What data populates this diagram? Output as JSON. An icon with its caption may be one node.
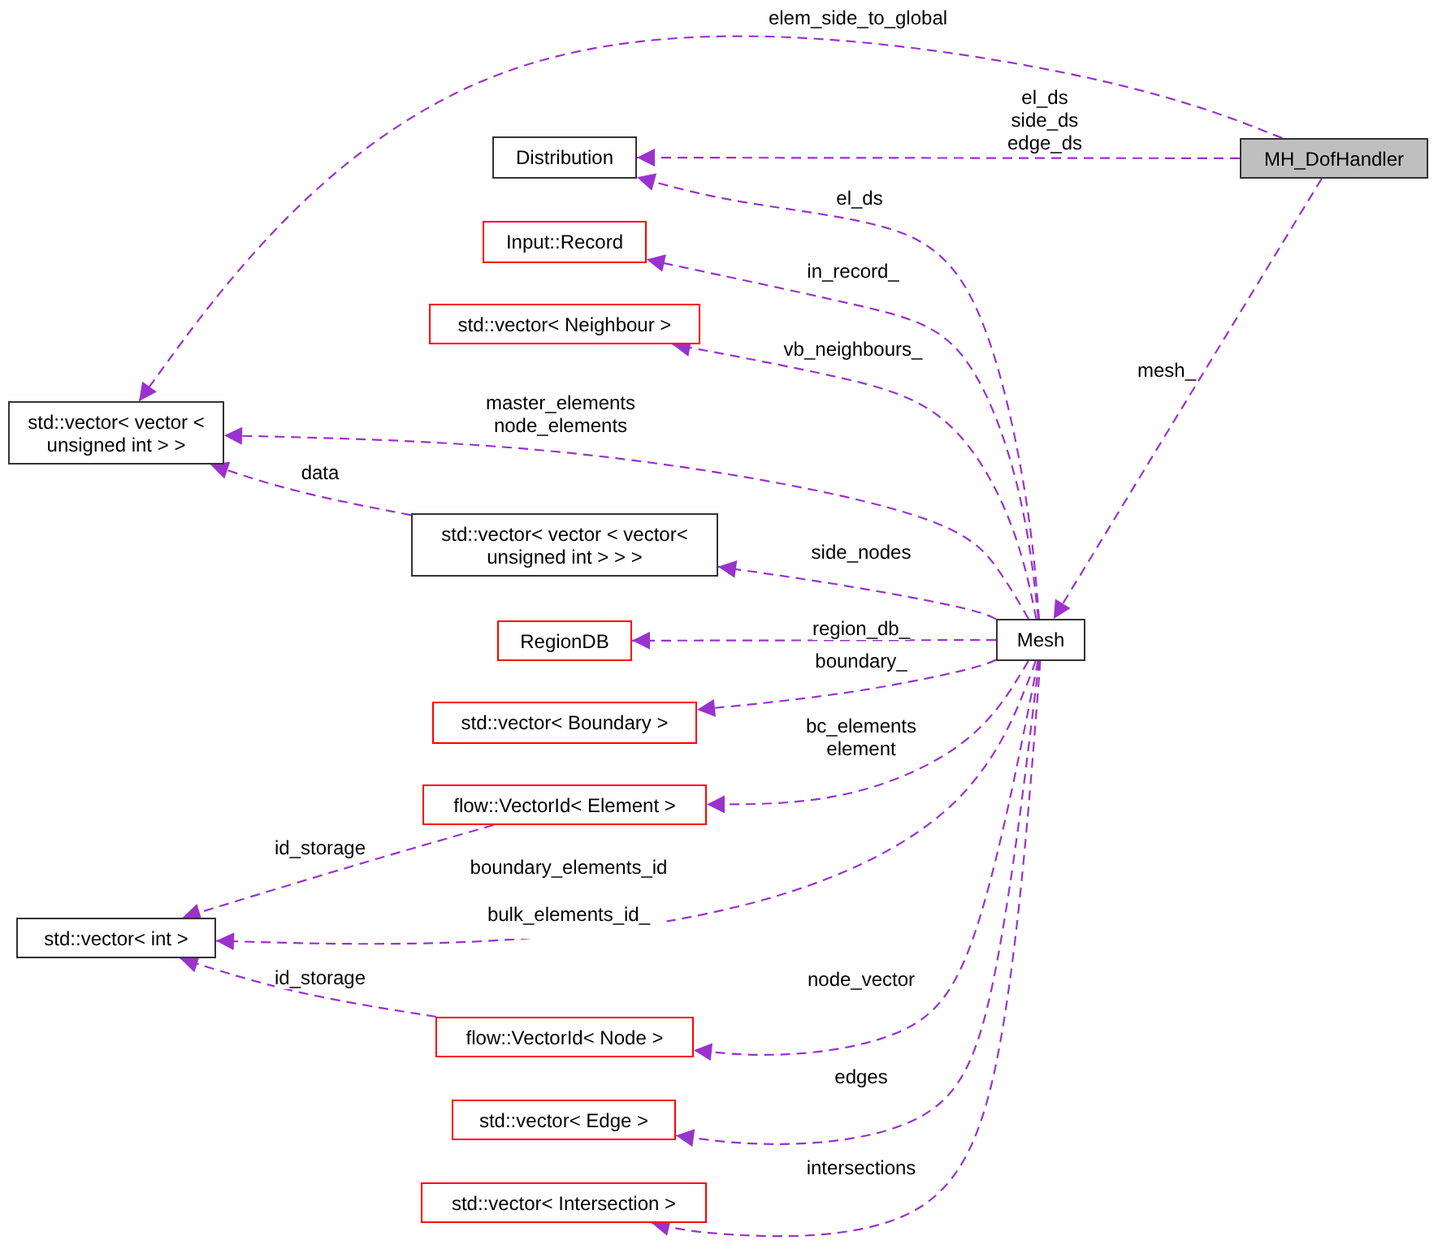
{
  "diagram": {
    "nodes": [
      {
        "text": [
          "MH_DofHandler"
        ]
      },
      {
        "text": [
          "Distribution"
        ]
      },
      {
        "text": [
          "Input::Record"
        ]
      },
      {
        "text": [
          "std::vector< Neighbour >"
        ]
      },
      {
        "text": [
          "std::vector< vector < unsigned int > >"
        ]
      },
      {
        "text": [
          "std::vector< vector < vector< unsigned int > > >"
        ]
      },
      {
        "text": [
          "Mesh"
        ]
      },
      {
        "text": [
          "RegionDB"
        ]
      },
      {
        "text": [
          "std::vector< Boundary >"
        ]
      },
      {
        "text": [
          "flow::VectorId< Element >"
        ]
      },
      {
        "text": [
          "std::vector< int >"
        ]
      },
      {
        "text": [
          "flow::VectorId< Node >"
        ]
      },
      {
        "text": [
          "std::vector< Edge >"
        ]
      },
      {
        "text": [
          "std::vector< Intersection >"
        ]
      }
    ],
    "edges": [
      {
        "from": 0,
        "to": 4,
        "arrow": "to",
        "label": "elem_side_to_global"
      },
      {
        "from": 0,
        "to": 1,
        "arrow": "to",
        "label": "el_ds side_ds edge_ds"
      },
      {
        "from": 0,
        "to": 6,
        "arrow": "to",
        "label": "mesh_"
      },
      {
        "from": 6,
        "to": 1,
        "arrow": "to",
        "label": "el_ds"
      },
      {
        "from": 6,
        "to": 2,
        "arrow": "to",
        "label": "in_record_"
      },
      {
        "from": 6,
        "to": 3,
        "arrow": "to",
        "label": "vb_neighbours_"
      },
      {
        "from": 6,
        "to": 4,
        "arrow": "to",
        "label": "master_elements node_elements"
      },
      {
        "from": 5,
        "to": 4,
        "arrow": "to",
        "label": "data"
      },
      {
        "from": 6,
        "to": 5,
        "arrow": "to",
        "label": "side_nodes"
      },
      {
        "from": 6,
        "to": 7,
        "arrow": "to",
        "label": "region_db_"
      },
      {
        "from": 6,
        "to": 8,
        "arrow": "to",
        "label": "boundary_"
      },
      {
        "from": 6,
        "to": 9,
        "arrow": "to",
        "label": "bc_elements element"
      },
      {
        "from": 9,
        "to": 10,
        "arrow": "to",
        "label": "id_storage"
      },
      {
        "from": 6,
        "to": 10,
        "arrow": "to",
        "label": "boundary_elements_id bulk_elements_id_"
      },
      {
        "from": 11,
        "to": 10,
        "arrow": "to",
        "label": "id_storage"
      },
      {
        "from": 6,
        "to": 11,
        "arrow": "to",
        "label": "node_vector"
      },
      {
        "from": 6,
        "to": 12,
        "arrow": "to",
        "label": "edges"
      },
      {
        "from": 6,
        "to": 13,
        "arrow": "to",
        "label": "intersections"
      }
    ]
  }
}
